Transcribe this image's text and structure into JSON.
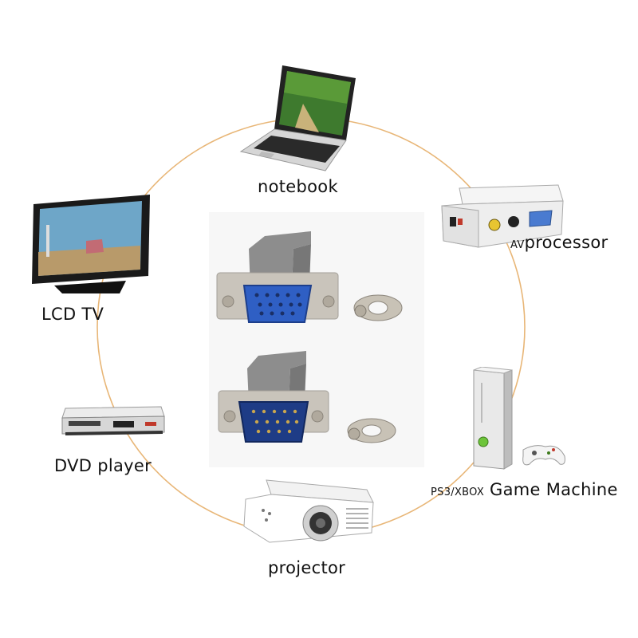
{
  "devices": {
    "notebook": "notebook",
    "lcd_tv": "LCD TV",
    "dvd_player": "DVD player",
    "projector": "projector",
    "processor_prefix": "AV",
    "processor": "processor",
    "game_prefix": "PS3/XBOX",
    "game": "Game Machine"
  },
  "colors": {
    "ring": "#e8b677",
    "connector_blue": "#2f5fc4",
    "connector_gray": "#8f8f8f"
  }
}
